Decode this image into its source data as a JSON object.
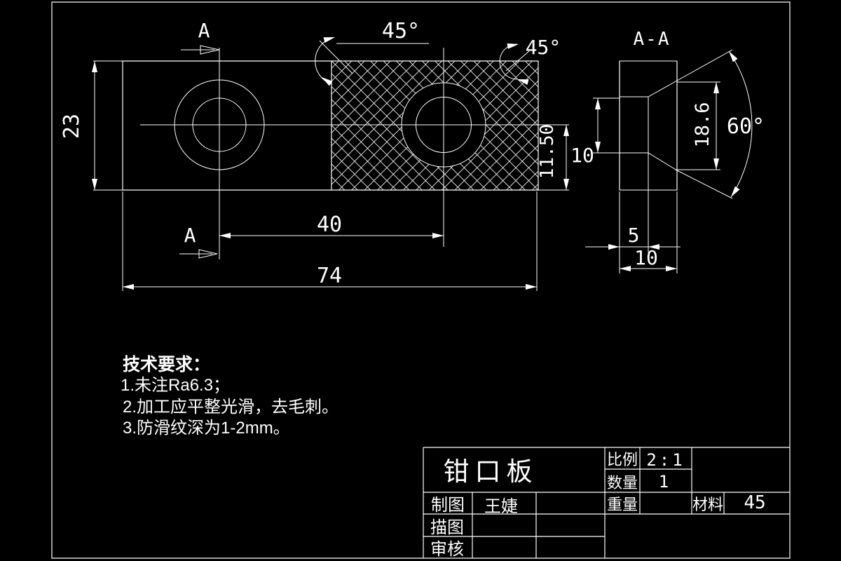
{
  "colors": {
    "background": "#000000",
    "line": "#ffffff"
  },
  "views": {
    "front": {
      "cut_label_top": "A",
      "cut_label_bottom": "A",
      "dim_height": "23",
      "dim_overall_width": "74",
      "dim_hole_spacing": "40",
      "dim_center_to_bottom": "11.50",
      "dim_knurl_angle_left": "45°",
      "dim_knurl_angle_right": "45°"
    },
    "section": {
      "label": "A-A",
      "dim_hole_diameter": "10",
      "dim_countersink_spread": "18.6",
      "dim_countersink_angle": "60°",
      "dim_counterbore_depth": "5",
      "dim_thickness": "10"
    }
  },
  "tech_requirements": {
    "title": "技术要求：",
    "items": [
      "1.未注Ra6.3；",
      "2.加工应平整光滑，去毛刺。",
      "3.防滑纹深为1-2mm。"
    ]
  },
  "title_block": {
    "part_name": "钳口板",
    "scale_label": "比例",
    "scale_value": "2:1",
    "quantity_label": "数量",
    "quantity_value": "1",
    "weight_label": "重量",
    "material_label": "材料",
    "material_value": "45",
    "drawn_by_label": "制图",
    "drawn_by_value": "王婕",
    "traced_by_label": "描图",
    "checked_by_label": "审核"
  }
}
